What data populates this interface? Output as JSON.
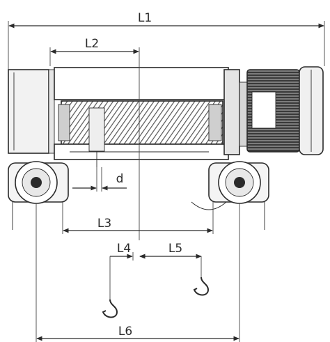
{
  "labels": {
    "L1": "L1",
    "L2": "L2",
    "L3": "L3",
    "L4": "L4",
    "L5": "L5",
    "L6": "L6",
    "d": "d"
  }
}
